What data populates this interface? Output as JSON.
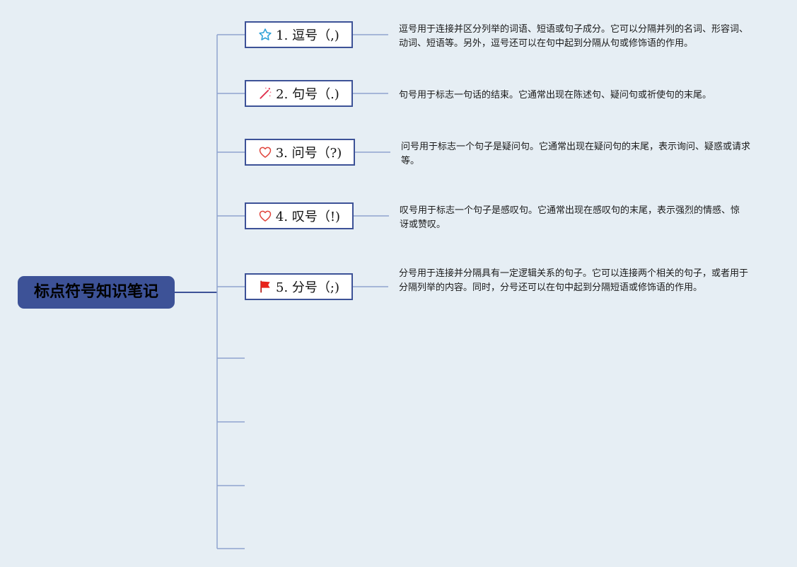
{
  "root": {
    "title": "标点符号知识笔记"
  },
  "topics": [
    {
      "label": "1. 逗号（,)",
      "icon": "star-outline-icon",
      "icon_color": "#2a9fd6",
      "note": "逗号用于连接并区分列举的词语、短语或句子成分。它可以分隔并列的名词、形容词、动词、短语等。另外，逗号还可以在句中起到分隔从句或修饰语的作用。"
    },
    {
      "label": "2. 句号（.)",
      "icon": "magic-wand-icon",
      "icon_color": "#e0304e",
      "note": "句号用于标志一句话的结束。它通常出现在陈述句、疑问句或祈使句的末尾。"
    },
    {
      "label": "3. 问号（?)",
      "icon": "heart-outline-icon",
      "icon_color": "#e0443c",
      "note": "问号用于标志一个句子是疑问句。它通常出现在疑问句的末尾，表示询问、疑惑或请求等。"
    },
    {
      "label": "4. 叹号（!)",
      "icon": "heart-outline-icon",
      "icon_color": "#e0443c",
      "note": "叹号用于标志一个句子是感叹句。它通常出现在感叹句的末尾，表示强烈的情感、惊讶或赞叹。"
    },
    {
      "label": "5. 分号（;)",
      "icon": "red-flag-icon",
      "icon_color": "#e8231b",
      "note": "分号用于连接并分隔具有一定逻辑关系的句子。它可以连接两个相关的句子，或者用于分隔列举的内容。同时，分号还可以在句中起到分隔短语或修饰语的作用。"
    }
  ],
  "colors": {
    "background": "#e6eef4",
    "branch": "#3d5297",
    "note_line": "#8fa3cf"
  }
}
